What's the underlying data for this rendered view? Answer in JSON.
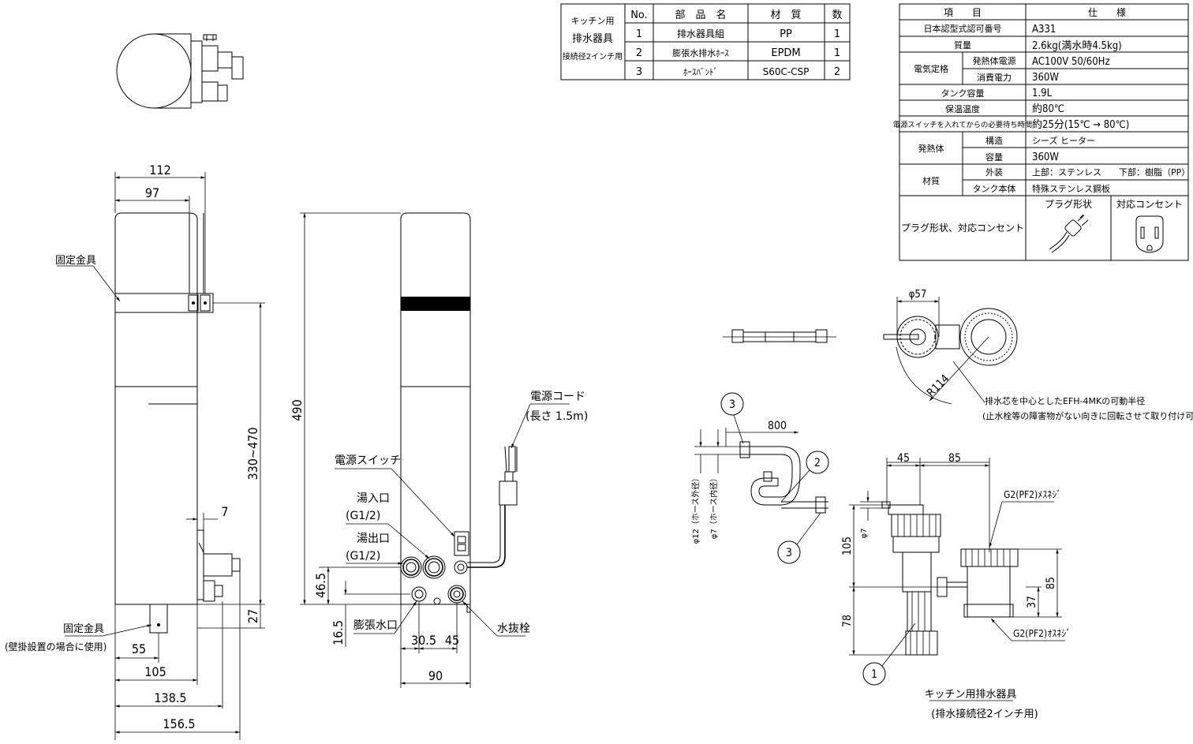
{
  "parts_table": {
    "title_lines": [
      "キッチン用",
      "排水器具",
      "接続径2インチ用"
    ],
    "headers": [
      "No.",
      "部　品　名",
      "材　質",
      "数"
    ],
    "rows": [
      [
        "1",
        "排水器具組",
        "PP",
        "1"
      ],
      [
        "2",
        "膨張水排水ﾎｰｽ",
        "EPDM",
        "1"
      ],
      [
        "3",
        "ﾎｰｽﾊﾞﾝﾄﾞ",
        "S60C-CSP",
        "2"
      ]
    ]
  },
  "spec_table": {
    "headers": [
      "項　　目",
      "仕　　様"
    ],
    "rows": [
      {
        "item": "日本認型式認可番号",
        "value": "A331"
      },
      {
        "item": "質量",
        "value": "2.6kg(満水時4.5kg)"
      },
      {
        "group": "電気定格",
        "item": "発熱体電源",
        "value": "AC100V 50/60Hz"
      },
      {
        "item": "消費電力",
        "value": "360W"
      },
      {
        "item": "タンク容量",
        "value": "1.9L"
      },
      {
        "item": "保温温度",
        "value": "約80℃"
      },
      {
        "item": "電源スイッチを入れてからの必要待ち時間",
        "value": "約25分(15℃ → 80℃)"
      },
      {
        "group": "発熱体",
        "item": "構造",
        "value": "シーズ ヒーター"
      },
      {
        "item": "容量",
        "value": "360W"
      },
      {
        "group": "材質",
        "item": "外装",
        "value": "上部：ステンレス　　下部：樹脂（PP）"
      },
      {
        "item": "タンク本体",
        "value": "特殊ステンレス鋼板"
      }
    ],
    "plug_row_label": "プラグ形状、対応コンセント",
    "plug_header": "プラグ形状",
    "outlet_header": "対応コンセント"
  },
  "left_view": {
    "dims": {
      "w112": "112",
      "w97": "97",
      "h330_470": "330~470",
      "d7": "7",
      "d27": "27",
      "d55": "55",
      "d105": "105",
      "d138_5": "138.5",
      "d156_5": "156.5"
    },
    "labels": {
      "bracket_top": "固定金具",
      "bracket_bottom": "固定金具",
      "bracket_note": "(壁掛設置の場合に使用)"
    }
  },
  "front_view": {
    "dims": {
      "h490": "490",
      "h46_5": "46.5",
      "h16_5": "16.5",
      "w30_5": "30.5",
      "w45": "45",
      "w90": "90"
    },
    "labels": {
      "power_cord": "電源コード",
      "cord_length": "(長さ 1.5m)",
      "power_switch": "電源スイッチ",
      "hot_in": "湯入口",
      "hot_in_size": "(G1/2)",
      "hot_out": "湯出口",
      "hot_out_size": "(G1/2)",
      "expansion_outlet": "膨張水口",
      "drain_plug": "水抜栓"
    }
  },
  "drain_top_view": {
    "dims": {
      "phi57": "φ57",
      "r114": "R114"
    },
    "notes": [
      "排水芯を中心としたEFH-4MKの可動半径",
      "(止水栓等の障害物がない向きに回転させて取り付け可能)"
    ]
  },
  "hose_view": {
    "dims": {
      "len800": "800",
      "phi12": "φ12（ホース外径）",
      "phi7": "φ7（ホース内径）"
    },
    "callouts": [
      "3",
      "2",
      "3"
    ]
  },
  "drain_fitting_view": {
    "dims": {
      "d45": "45",
      "d85": "85",
      "phi7": "φ7",
      "h105": "105",
      "h78": "78",
      "h85": "85",
      "h37": "37"
    },
    "labels": {
      "g2_top": "G2(PF2)ﾒｽﾈｼﾞ",
      "g2_bottom": "G2(PF2)ｵｽﾈｼﾞ"
    },
    "callout": "1",
    "caption": "キッチン用排水器具",
    "caption_sub": "(排水接続径2インチ用)"
  }
}
